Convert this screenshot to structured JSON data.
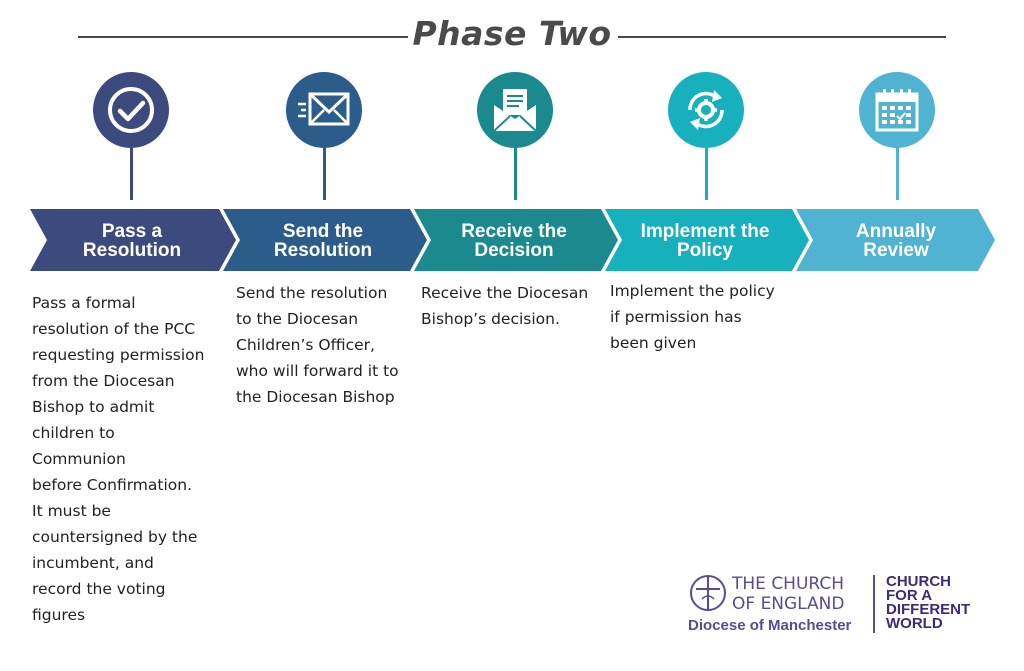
{
  "title": "Phase Two",
  "steps": [
    {
      "line1": "Pass a",
      "line2": "Resolution",
      "icon": "check-circle-icon",
      "color": "#3c4a7e",
      "description": [
        "Pass a formal",
        "resolution of the PCC",
        "requesting permission",
        "from the Diocesan",
        "Bishop to admit",
        "children to",
        "Communion",
        "before Confirmation.",
        "It must be",
        "countersigned by the",
        "incumbent, and",
        "record the voting",
        "figures"
      ]
    },
    {
      "line1": "Send the",
      "line2": "Resolution",
      "icon": "envelope-send-icon",
      "color": "#2b5c8a",
      "description": [
        "Send the resolution",
        "to the Diocesan",
        "Children’s Officer,",
        "who will forward it to",
        "the Diocesan Bishop"
      ]
    },
    {
      "line1": "Receive the",
      "line2": "Decision",
      "icon": "open-letter-icon",
      "color": "#1a8a8e",
      "description": [
        "Receive the Diocesan",
        "Bishop’s decision."
      ]
    },
    {
      "line1": "Implement the",
      "line2": "Policy",
      "icon": "gear-cycle-icon",
      "color": "#17b0bd",
      "description": [
        "Implement the policy",
        "if permission has",
        "been given"
      ]
    },
    {
      "line1": "Annually",
      "line2": "Review",
      "icon": "calendar-check-icon",
      "color": "#4fb3d1",
      "description": []
    }
  ],
  "logo": {
    "church_line1": "THE CHURCH",
    "church_line2": "OF ENGLAND",
    "diocese": "Diocese of Manchester",
    "slogan": [
      "CHURCH",
      "FOR A",
      "DIFFERENT",
      "WORLD"
    ],
    "brand_color": "#5b4a94"
  }
}
